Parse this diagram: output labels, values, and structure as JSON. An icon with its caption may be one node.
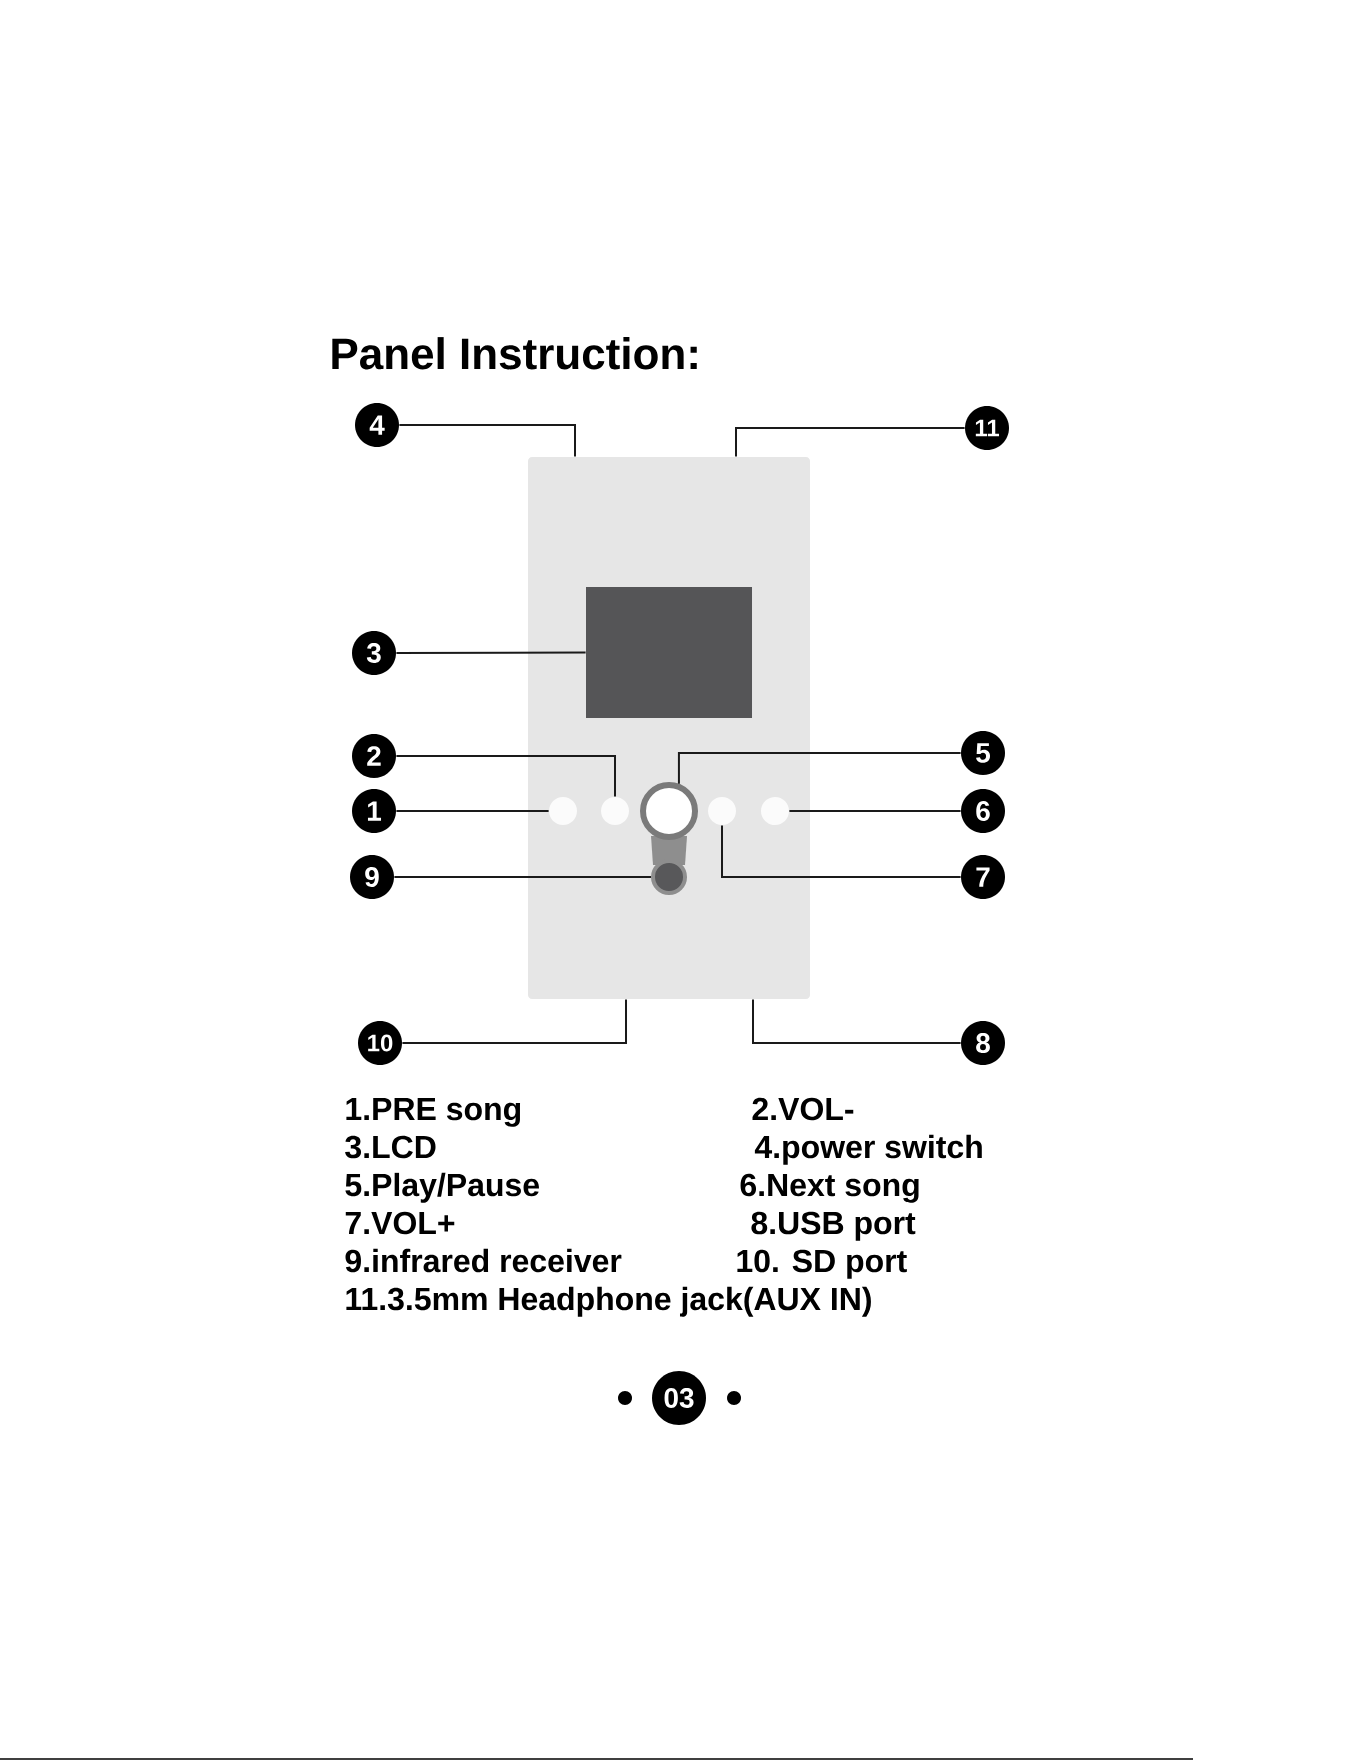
{
  "diagram": {
    "title": "Panel Instruction:",
    "nodes": [
      {
        "text": [
          "4"
        ]
      },
      {
        "text": [
          "11"
        ]
      },
      {
        "text": [],
        "shape": "box"
      },
      {
        "text": [],
        "shape": "box",
        "in": 2
      },
      {
        "text": [],
        "shape": "circle",
        "in": 2
      },
      {
        "text": [],
        "shape": "circle",
        "in": 2
      },
      {
        "text": [],
        "shape": "circle",
        "in": 2
      },
      {
        "text": [],
        "shape": "circle",
        "in": 2
      },
      {
        "text": [],
        "shape": "circle",
        "in": 2
      },
      {
        "text": [],
        "shape": "circle",
        "in": 2
      },
      {
        "text": [
          "3"
        ]
      },
      {
        "text": [
          "2"
        ]
      },
      {
        "text": [
          "5"
        ]
      },
      {
        "text": [
          "1"
        ]
      },
      {
        "text": [
          "6"
        ]
      },
      {
        "text": [
          "9"
        ]
      },
      {
        "text": [
          "7"
        ]
      },
      {
        "text": [
          "10"
        ]
      },
      {
        "text": [
          "8"
        ]
      },
      {
        "text": [
          "03"
        ]
      }
    ],
    "edges": [
      {
        "from": 0,
        "to": 2,
        "arrow": "none"
      },
      {
        "from": 1,
        "to": 2,
        "arrow": "none"
      },
      {
        "from": 10,
        "to": 3,
        "arrow": "none"
      },
      {
        "from": 11,
        "to": 5,
        "arrow": "none"
      },
      {
        "from": 12,
        "to": 6,
        "arrow": "none"
      },
      {
        "from": 13,
        "to": 4,
        "arrow": "none"
      },
      {
        "from": 14,
        "to": 8,
        "arrow": "none"
      },
      {
        "from": 15,
        "to": 9,
        "arrow": "none"
      },
      {
        "from": 16,
        "to": 7,
        "arrow": "none"
      },
      {
        "from": 17,
        "to": 2,
        "arrow": "none"
      },
      {
        "from": 18,
        "to": 2,
        "arrow": "none"
      }
    ],
    "labels": [
      "1.PRE song",
      "2.VOL-",
      "3.LCD",
      "4.power switch",
      "5.Play/Pause",
      "6.Next song",
      "7.VOL+",
      "8.USB port",
      "9.infrared receiver",
      "10. SD port",
      "11.3.5mm Headphone jack(AUX IN)"
    ]
  }
}
